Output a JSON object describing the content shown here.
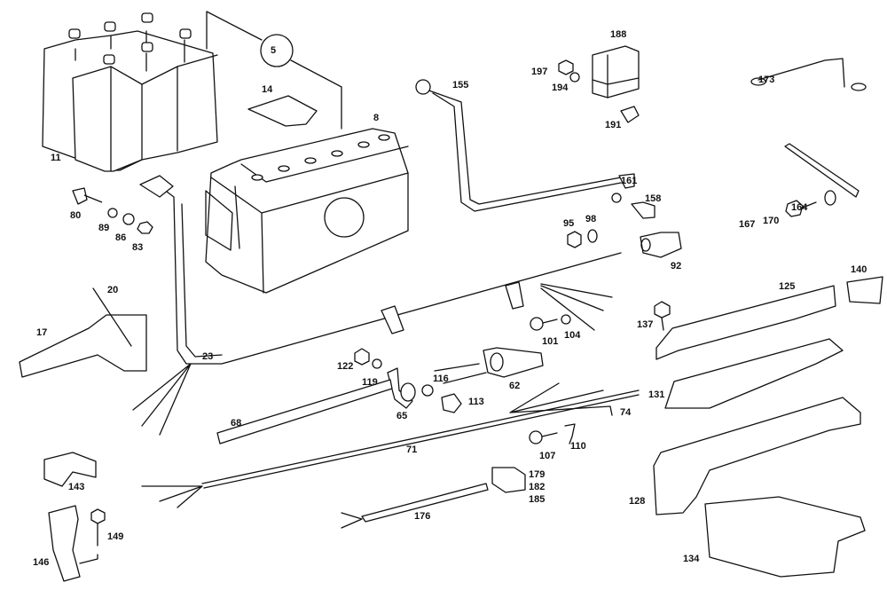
{
  "diagram": {
    "title": "Battery, battery cables and wiring harness exploded parts diagram",
    "group_callout": "5",
    "parts": [
      {
        "id": "11",
        "name": "water canisters"
      },
      {
        "id": "14",
        "name": "battery cover plate"
      },
      {
        "id": "8",
        "name": "battery"
      },
      {
        "id": "155",
        "name": "battery cable"
      },
      {
        "id": "188",
        "name": "relay"
      },
      {
        "id": "197",
        "name": "nut"
      },
      {
        "id": "194",
        "name": "washer"
      },
      {
        "id": "191",
        "name": "bolt"
      },
      {
        "id": "173",
        "name": "ground strap"
      },
      {
        "id": "164",
        "name": "ground strap"
      },
      {
        "id": "167",
        "name": "bolt"
      },
      {
        "id": "170",
        "name": "washer"
      },
      {
        "id": "161",
        "name": "washer"
      },
      {
        "id": "158",
        "name": "bolt"
      },
      {
        "id": "95",
        "name": "nut"
      },
      {
        "id": "98",
        "name": "washer"
      },
      {
        "id": "92",
        "name": "cap"
      },
      {
        "id": "80",
        "name": "bolt"
      },
      {
        "id": "89",
        "name": "washer"
      },
      {
        "id": "86",
        "name": "washer"
      },
      {
        "id": "83",
        "name": "nut"
      },
      {
        "id": "20",
        "name": "bolt"
      },
      {
        "id": "17",
        "name": "cover"
      },
      {
        "id": "23",
        "name": "cable"
      },
      {
        "id": "122",
        "name": "nut"
      },
      {
        "id": "119",
        "name": "washer"
      },
      {
        "id": "116",
        "name": "washer"
      },
      {
        "id": "113",
        "name": "bolt"
      },
      {
        "id": "65",
        "name": "grommet bracket"
      },
      {
        "id": "62",
        "name": "grommet"
      },
      {
        "id": "101",
        "name": "screw"
      },
      {
        "id": "104",
        "name": "washer"
      },
      {
        "id": "68",
        "name": "tube"
      },
      {
        "id": "71",
        "name": "wiring harness"
      },
      {
        "id": "74",
        "name": "cable"
      },
      {
        "id": "107",
        "name": "screw"
      },
      {
        "id": "110",
        "name": "clip"
      },
      {
        "id": "176",
        "name": "cable"
      },
      {
        "id": "179",
        "name": "connector"
      },
      {
        "id": "182",
        "name": "connector"
      },
      {
        "id": "185",
        "name": "connector"
      },
      {
        "id": "143",
        "name": "clip"
      },
      {
        "id": "146",
        "name": "bracket"
      },
      {
        "id": "149",
        "name": "screw"
      },
      {
        "id": "125",
        "name": "cable duct"
      },
      {
        "id": "140",
        "name": "end cap"
      },
      {
        "id": "137",
        "name": "screw"
      },
      {
        "id": "131",
        "name": "cable duct"
      },
      {
        "id": "128",
        "name": "cover"
      },
      {
        "id": "134",
        "name": "cover"
      }
    ]
  }
}
